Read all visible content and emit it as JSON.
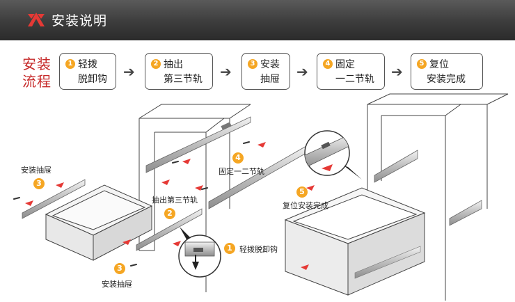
{
  "header": {
    "title": "安装说明"
  },
  "flow": {
    "label": [
      "安装",
      "流程"
    ],
    "steps": [
      {
        "num": "1",
        "line1": "轻拨",
        "line2": "脱卸钩"
      },
      {
        "num": "2",
        "line1": "抽出",
        "line2": "第三节轨"
      },
      {
        "num": "3",
        "line1": "安装",
        "line2": "抽屉"
      },
      {
        "num": "4",
        "line1": "固定",
        "line2": "一二节轨"
      },
      {
        "num": "5",
        "line1": "复位",
        "line2": "安装完成"
      }
    ],
    "arrow": "➔"
  },
  "callouts": {
    "c3a": {
      "num": "3",
      "text": "安装抽屉"
    },
    "c3b": {
      "num": "3",
      "text": "安装抽屉"
    },
    "c2": {
      "num": "2",
      "text": "抽出第三节轨"
    },
    "c4": {
      "num": "4",
      "text": "固定一二节轨"
    },
    "c1": {
      "num": "1",
      "text": "轻拨脱卸钩"
    },
    "c5": {
      "num": "5",
      "text": "复位安装完成"
    }
  },
  "colors": {
    "accent": "#c62828",
    "badge": "#f5a623",
    "header": "#3c3c3c"
  }
}
